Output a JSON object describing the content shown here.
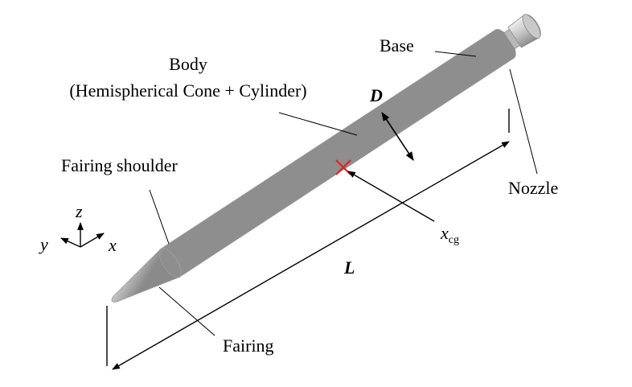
{
  "labels": {
    "base": "Base",
    "body_line1": "Body",
    "body_line2": "(Hemispherical Cone + Cylinder)",
    "diameter": "D",
    "fairing_shoulder": "Fairing  shoulder",
    "nozzle": "Nozzle",
    "xcg_main": "x",
    "xcg_sub": "cg",
    "length": "L",
    "fairing": "Fairing"
  },
  "axes": {
    "z": "z",
    "y": "y",
    "x": "x"
  },
  "colors": {
    "body_light": "#ececec",
    "body_mid": "#c8c8c8",
    "body_dark": "#8e8e8e",
    "cg_marker": "#e02020",
    "ink": "#000000"
  }
}
